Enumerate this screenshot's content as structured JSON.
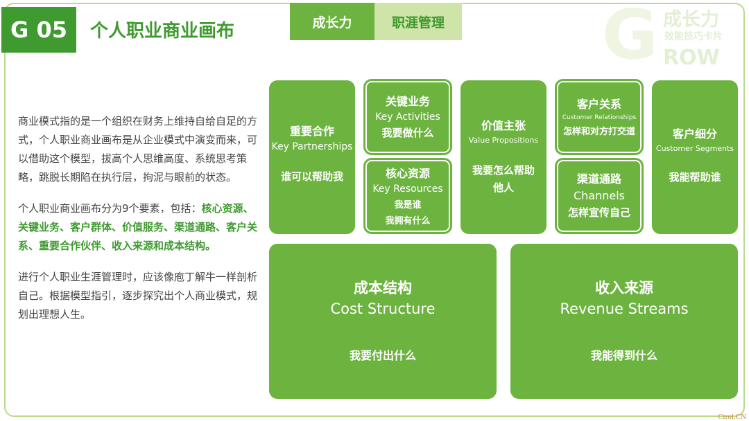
{
  "header": {
    "code": "G 05",
    "title": "个人职业商业画布",
    "tabs": [
      {
        "label": "成长力",
        "active": true
      },
      {
        "label": "职涯管理",
        "active": false
      }
    ],
    "watermark": {
      "letter": "G",
      "cn": "成长力",
      "sub": "效能技巧卡片",
      "row": "ROW"
    }
  },
  "intro": {
    "p1": "商业模式指的是一个组织在财务上维持自给自足的方式，个人职业商业画布是从企业模式中演变而来，可以借助这个模型，拔高个人思维高度、系统思考策略，跳脱长期陷在执行层，拘泥与眼前的状态。",
    "p2_lead": "个人职业商业画布分为9个要素，包括：",
    "p2_highlight": "核心资源、关键业务、客户群体、价值服务、渠道通路、客户关系、重要合作伙伴、收入来源和成本结构。",
    "p3": "进行个人职业生涯管理时，应该像庖丁解牛一样剖析自己。根据模型指引，逐步探究出个人商业模式，规划出理想人生。"
  },
  "canvas": {
    "partners": {
      "title": "重要合作",
      "en": "Key Partnerships",
      "q": "谁可以帮助我"
    },
    "activities": {
      "title": "关键业务",
      "en": "Key Activities",
      "q": "我要做什么"
    },
    "resources": {
      "title": "核心资源",
      "en": "Key Resources",
      "q1": "我是谁",
      "q2": "我拥有什么"
    },
    "value": {
      "title": "价值主张",
      "en": "Value Propositions",
      "q1": "我要怎么帮助",
      "q2": "他人"
    },
    "relationships": {
      "title": "客户关系",
      "en": "Customer Relationships",
      "q": "怎样和对方打交道"
    },
    "channels": {
      "title": "渠道通路",
      "en": "Channels",
      "q": "怎样宣传自己"
    },
    "segments": {
      "title": "客户细分",
      "en": "Customer Segments",
      "q": "我能帮助谁"
    },
    "cost": {
      "title": "成本结构",
      "en": "Cost Structure",
      "q": "我要付出什么"
    },
    "revenue": {
      "title": "收入来源",
      "en": "Revenue Streams",
      "q": "我能得到什么"
    }
  },
  "credit": "Ctrol.CN",
  "colors": {
    "primary": "#6cb33f",
    "dark": "#3f9a2f",
    "light": "#cfe4a8"
  }
}
